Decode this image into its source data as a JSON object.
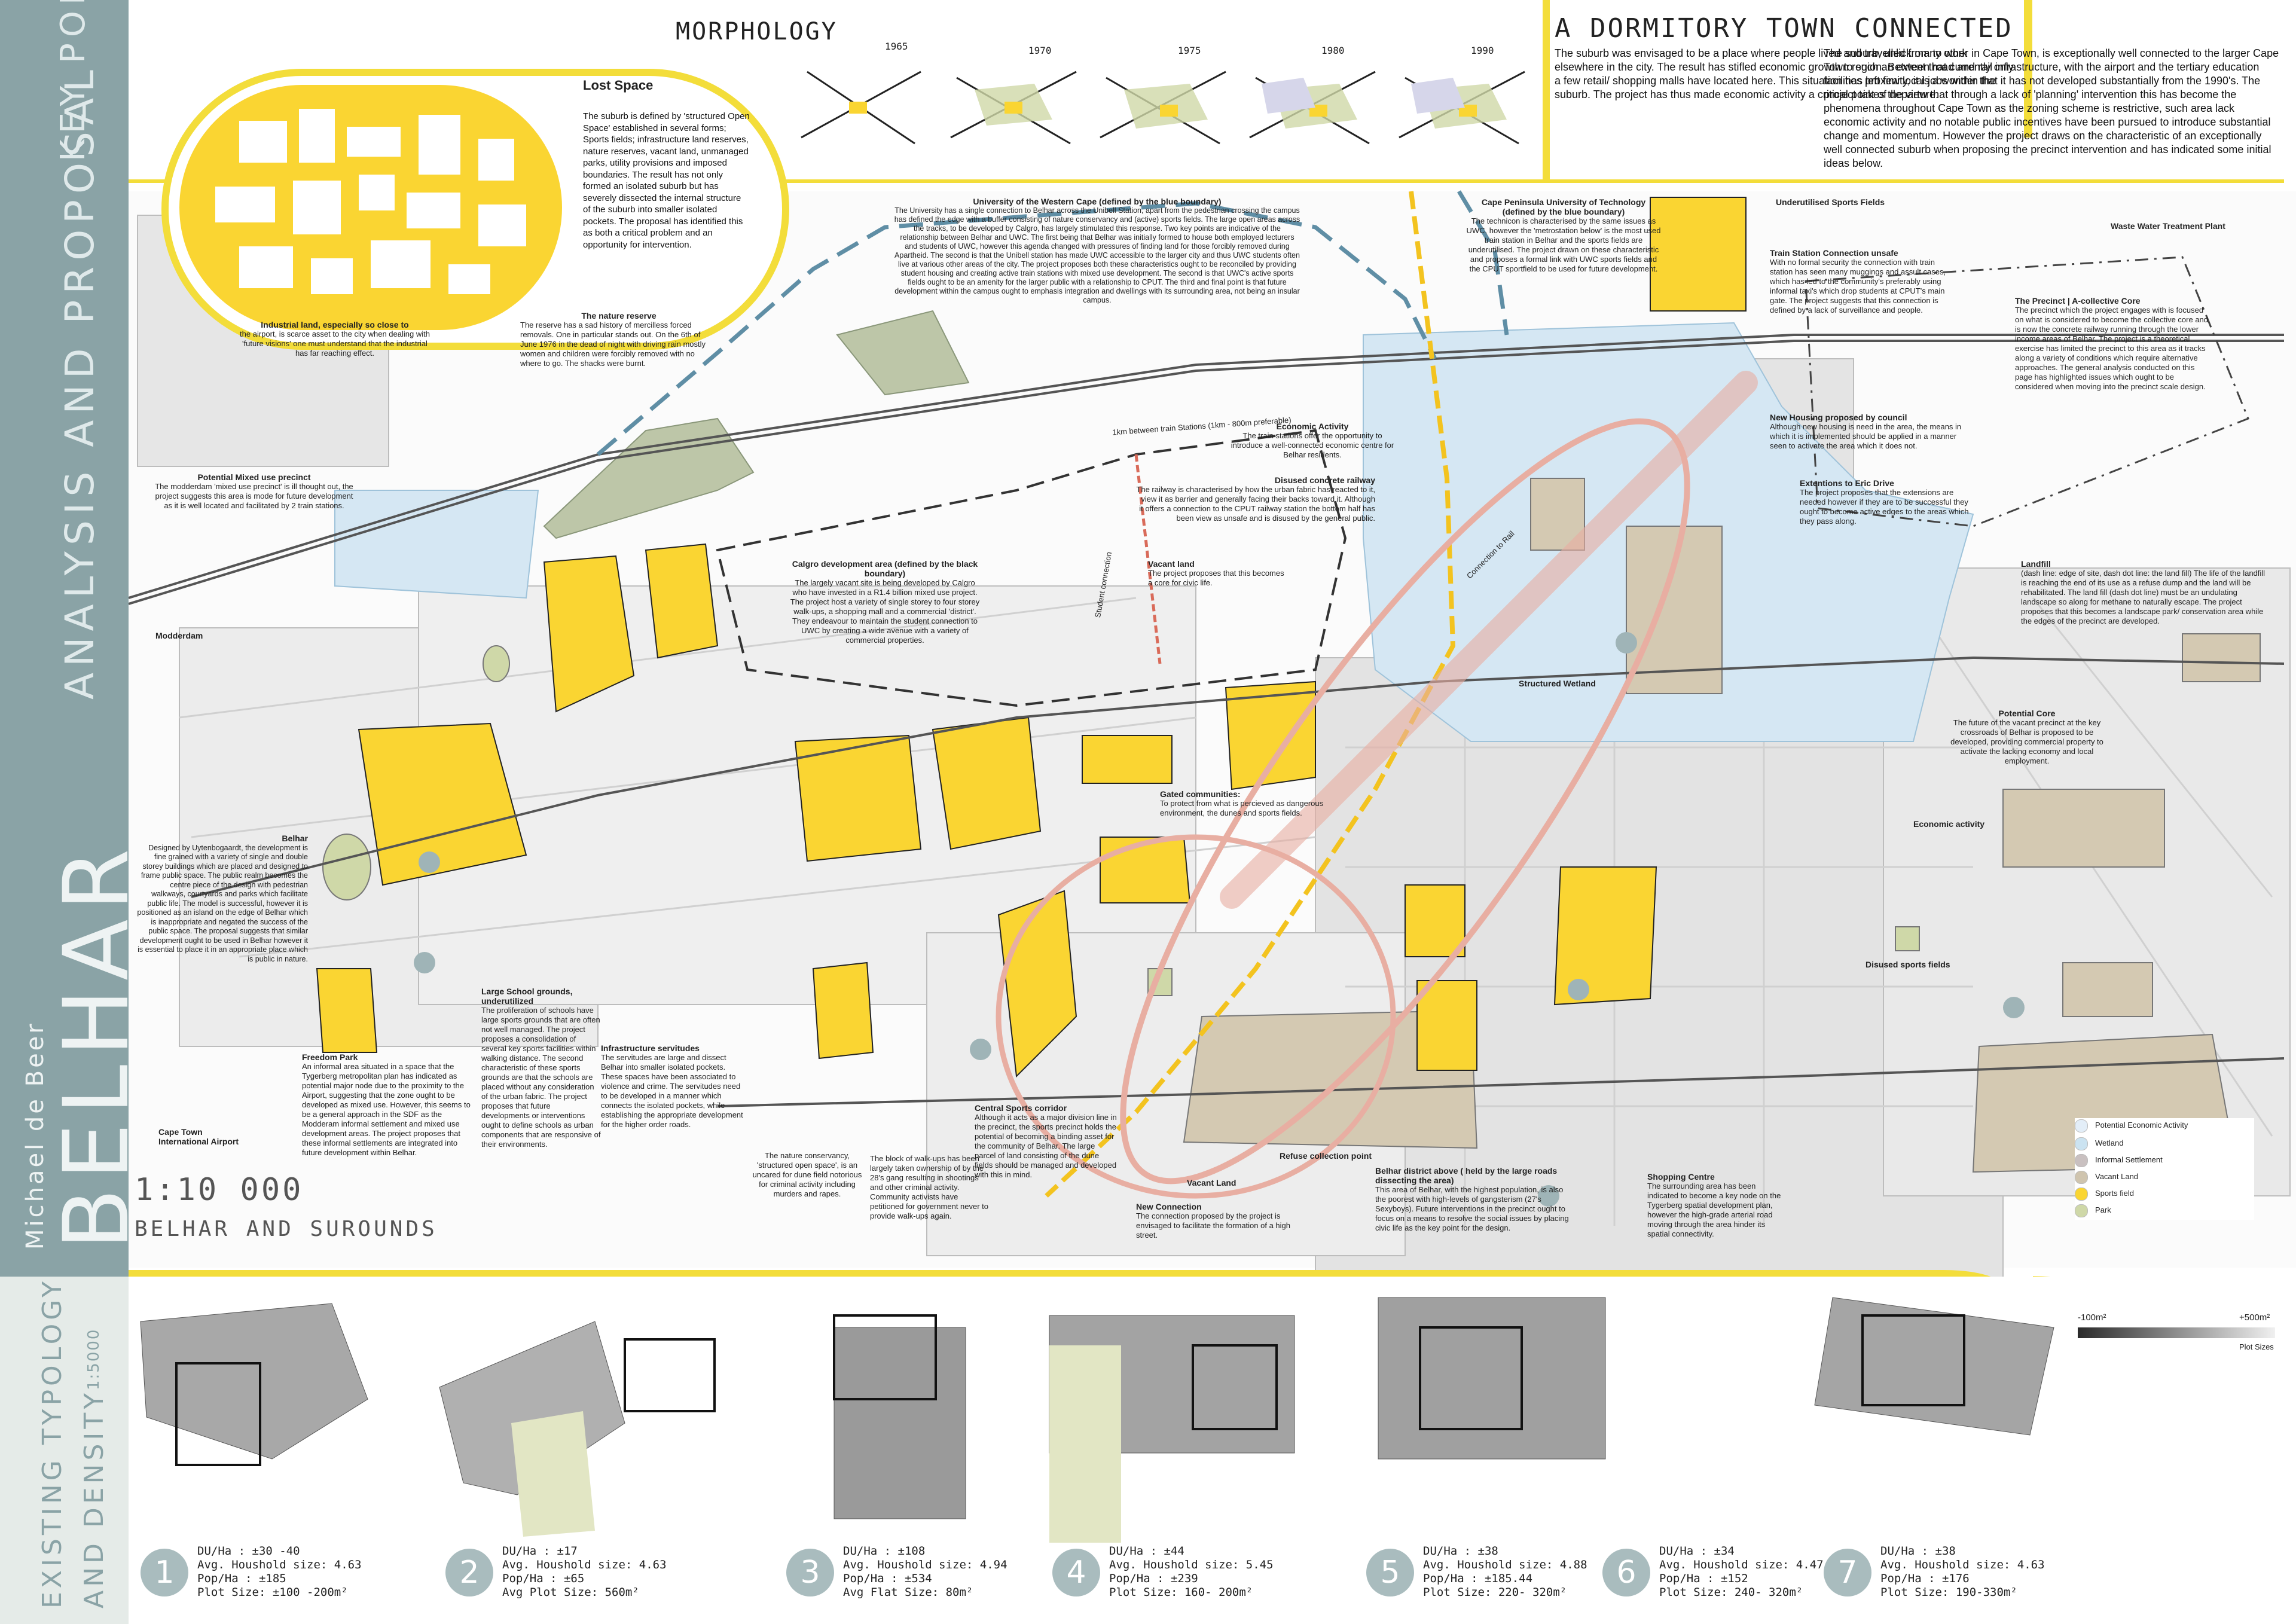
{
  "sidebar": {
    "key_points": "KEY POINTS",
    "analysis": "ANALYSIS AND PROPOSAL",
    "belhar": "BELHAR",
    "author": "Michael de Beer",
    "typology_title": "EXISTING TYPOLOGY",
    "typology_sub": "AND DENSITY",
    "typology_scale": "1:5000"
  },
  "morphology": {
    "title": "MORPHOLOGY",
    "years": [
      "1965",
      "1970",
      "1975",
      "1980",
      "1990"
    ]
  },
  "dormitory": {
    "title": "A DORMITORY TOWN  CONNECTED",
    "col1": "The suburb was envisaged to be a place where people lived and travelled from to work elsewhere in the city. The result has stifled economic growth to such an extent that currently only a few retail/ shopping malls have located here. This situation has left few local jobs within the suburb. The project has thus made economic activity a critical point of departure.",
    "col2": "The suburb, unlick many other in Cape Town, is exceptionally well connected to the larger Cape Town region. Between road and rail infrastructure, with the airport and the tertiary education facilities proximity, it is a wonder that it has not developed substantially from the 1990's. The project takes the view that through a lack of 'planning' intervention this has become the phenomena throughout Cape Town as the zoning scheme is restrictive, such area lack economic activity and no notable public incentives have been pursued to introduce substantial change and momentum. However the project draws on the characteristic of an exceptionally well connected suburb when proposing the precinct intervention and has indicated some initial ideas below."
  },
  "lost_space": {
    "title": "Lost Space",
    "text": "The suburb is defined by 'structured Open Space' established in several forms; Sports fields; infrastructure land reserves, nature reserves, vacant land, unmanaged parks, utility provisions and imposed boundaries. The result has not only formed an isolated suburb but has severely dissected the internal structure of the suburb into smaller isolated pockets. The proposal has identified this as both a critical problem and an opportunity for intervention."
  },
  "scale": {
    "ratio": "1:10 000",
    "subtitle": "BELHAR AND SUROUNDS"
  },
  "annotations": [
    {
      "title": "University of the Western Cape (defined by the blue boundary)",
      "text": "The University has a single connection to Belhar across the Unibell Station, apart from the pedestrian crossing the campus has defined the edge with a buffer consisting of nature conservancy and (active) sports fields. The large open areas across the tracks, to be developed by Calgro, has largely stimulated this response. Two key points are indicative of the relationship between Belhar and UWC. The first being that Belhar was initially formed to house both employed lecturers and students of UWC, however this agenda changed with pressures of finding land for those forcibly removed during Apartheid. The second is that the Unibell station has made UWC accessible to the larger city and thus UWC students often live at various other areas of the city. The project proposes both these characteristics ought to be reconciled by providing student housing and creating active train stations with mixed use development. The second is that UWC's active sports fields ought to be an amenity for the larger public with a relationship to CPUT. The third and final point is that future development within the campus ought to emphasis integration and dwellings with its surrounding area, not being an insular campus."
    },
    {
      "title": "The nature reserve",
      "text": "The reserve has a sad history of mercilless forced removals. One in particular stands out. On the 6th of June 1976 in the dead of night with driving rain mostly women and children were forcibly removed with no where to go. The shacks were burnt."
    },
    {
      "title": "Industrial land, especially so close to",
      "text": "the airport, is scarce asset to the city when dealing with 'future visions' one must understand that the industrial has far reaching effect."
    },
    {
      "title": "Potential Mixed use precinct",
      "text": "The modderdam 'mixed use precinct' is ill thought out, the project suggests this area is mode for future development as it is well located and facilitated by 2 train stations."
    },
    {
      "title": "Calgro development area (defined by the black boundary)",
      "text": "The largely vacant site is being developed by Calgro who have invested in a R1.4 billion mixed use project. The project host a variety of single storey to four storey walk-ups, a shopping mall and a commercial 'district'. They endeavour to maintain the student connection to UWC by creating a wide avenue with a variety of commercial properties."
    },
    {
      "title": "Cape Peninsula University of Technology (defined by the blue boundary)",
      "text": "The technicon is characterised by the same issues as UWC, however the 'metrostation below' is the most used train station in Belhar and the sports fields are underutilised. The project drawn on these characteristic and proposes a formal link with UWC sports fields and the CPUT sportfield to be used for future development."
    },
    {
      "title": "Underutilised Sports Fields",
      "text": ""
    },
    {
      "title": "Train Station Connection unsafe",
      "text": "With no formal security the connection with train station has seen many muggings and assult cases, which has led to the community's preferably using informal taxi's which drop students at CPUT's main gate. The project suggests that this connection is defined by a lack of surveillance and people."
    },
    {
      "title": "Waste Water Treatment Plant",
      "text": ""
    },
    {
      "title": "The Precinct | A-collective Core",
      "text": "The precinct which the project engages with is focused on what is considered to become the collective core and is now the concrete railway running through the lower income areas of Belhar. The project is a theoretical exercise has limited the precinct to this area as it tracks along a variety of conditions which require alternative approaches. The general analysis conducted on this page has highlighted issues which ought to be considered when moving into the precinct scale design."
    },
    {
      "title": "New Housing proposed by council",
      "text": "Although new housing is need in the area, the means in which it is implemented should be applied in a manner seen to activate the area which it does not."
    },
    {
      "title": "Extentions to Eric Drive",
      "text": "The project proposes that the extensions are needed however if they are to be successful they ought to become active edges to the areas which they pass along."
    },
    {
      "title": "Economic Activity",
      "text": "The train stations offer the opportunity to introduce a well-connected economic centre for Belhar residents."
    },
    {
      "title": "Disused concrete railway",
      "text": "The railway is characterised by how the urban fabric has reacted to it, view it as barrier and generally facing their backs toward it. Although it offers a connection to the CPUT railway station the bottom half has been view as unsafe and is disused by the general public."
    },
    {
      "title": "Vacant land",
      "text": "The project proposes that this becomes a core for civic life."
    },
    {
      "title": "Landfill",
      "text": "(dash line: edge of site, dash dot line: the land fill) The life of the landfill is reaching the end of its use as a refuse dump and the land will be rehabilitated. The land fill (dash dot line) must be an undulating landscape so along for methane to naturally escape. The project proposes that this becomes a landscape park/ conservation area while the edges of the precinct are developed."
    },
    {
      "title": "Structured Wetland",
      "text": ""
    },
    {
      "title": "Potential Core",
      "text": "The future of the vacant precinct at the key crossroads of Belhar is proposed to be developed, providing commercial property to activate the lacking economy and local employment."
    },
    {
      "title": "Gated communities:",
      "text": "To protect from what is percieved as dangerous environment, the dunes and sports fields."
    },
    {
      "title": "Economic activity",
      "text": ""
    },
    {
      "title": "Belhar",
      "text": "Designed by Uytenbogaardt, the development is fine grained with a variety of single and double storey buildings which are placed and designed to frame public space. The public realm becomes the centre piece of the design with pedestrian walkways, courtyards and parks which facilitate public life. The model is successful, however it is positioned as an island on the edge of Belhar which is inappropriate and negated the success of the public space. The proposal suggests that similar development ought to be used in Belhar however it is essential to place it in an appropriate place which is public in nature."
    },
    {
      "title": "Large School grounds, underutilized",
      "text": "The proliferation of schools have large sports grounds that are often not well managed. The project proposes a consolidation of several key sports facilities within walking distance. The second characteristic of these sports grounds are that the schools are placed without any consideration of the urban fabric. The project proposes that future developments or interventions ought to define schools as urban components that are responsive of their environments."
    },
    {
      "title": "Infrastructure servitudes",
      "text": "The servitudes are large and dissect Belhar into smaller isolated pockets. These spaces have been associated to violence and crime. The servitudes need to be developed in a manner which connects the isolated pockets, while establishing the appropriate development for the higher order roads."
    },
    {
      "title": "Freedom Park",
      "text": "An informal area situated in a space that the Tygerberg metropolitan plan has indicated as potential major node due to the proximity to the Airport, suggesting that the zone ought to be developed as mixed use. However, this seems to be a general approach in the SDF as the Modderam informal settlement and mixed use development areas. The project proposes that these informal settlements are integrated into future development within Belhar."
    },
    {
      "title": "",
      "text": "The block of walk-ups has been largely taken ownership of by the 28's gang resulting in shootings and other criminal activity. Community activists have petitioned for government never to provide walk-ups again."
    },
    {
      "title": "",
      "text": "The nature conservancy, 'structured open space', is an uncared for dune field notorious for criminal activity including murders and rapes."
    },
    {
      "title": "Central Sports corridor",
      "text": "Although it acts as a major division line in the precinct, the sports precinct holds the potential of becoming a binding asset for the community of Belhar. The large parcel of land consisting of the dune fields should be managed and developed with this in mind."
    },
    {
      "title": "New Connection",
      "text": "The connection proposed by the project is envisaged to facilitate the formation of a high street."
    },
    {
      "title": "Vacant Land",
      "text": ""
    },
    {
      "title": "Refuse collection point",
      "text": ""
    },
    {
      "title": "Belhar district above ( held by the large roads dissecting the area)",
      "text": "This area of Belhar, with the highest population, is also the poorest with high-levels of gangsterism (27's Sexyboys). Future interventions in the precinct ought to focus on a means to resolve the social issues by placing civic life as the key point for the design."
    },
    {
      "title": "Shopping Centre",
      "text": "The surrounding area has been indicated to become a key node on the Tygerberg spatial development plan, however the high-grade arterial road moving through the area hinder its spatial connectivity."
    },
    {
      "title": "Disused sports fields",
      "text": ""
    },
    {
      "title": "Modderdam",
      "text": ""
    },
    {
      "title": "Cape Town International Airport",
      "text": ""
    }
  ],
  "map_labels": {
    "rail": "1km between train Stations (1km - 800m preferable)",
    "student": "Student connection",
    "connection": "Connection to Rail"
  },
  "legend": {
    "items": [
      {
        "label": "Potential Economic Activity",
        "color": "#e3eef8"
      },
      {
        "label": "Wetland",
        "color": "#cbe3f1"
      },
      {
        "label": "Informal Settlement",
        "color": "#c9c0c0"
      },
      {
        "label": "Vacant Land",
        "color": "#cfc4ae"
      },
      {
        "label": "Sports field",
        "color": "#fad532"
      },
      {
        "label": "Park",
        "color": "#cfd8a8"
      }
    ],
    "gradient_min": "-100m²",
    "gradient_max": "+500m²",
    "gradient_label": "Plot Sizes"
  },
  "typologies": [
    {
      "n": "1",
      "l1": "DU/Ha  : ±30 -40",
      "l2": "Avg. Houshold size: 4.63",
      "l3": "Pop/Ha : ±185",
      "l4": "Plot Size: ±100 -200m²"
    },
    {
      "n": "2",
      "l1": "DU/Ha  : ±17",
      "l2": "Avg. Houshold size: 4.63",
      "l3": "Pop/Ha : ±65",
      "l4": "Avg Plot Size:  560m²"
    },
    {
      "n": "3",
      "l1": "DU/Ha  : ±108",
      "l2": "Avg. Houshold size: 4.94",
      "l3": "Pop/Ha : ±534",
      "l4": "Avg Flat Size:  80m²"
    },
    {
      "n": "4",
      "l1": "DU/Ha  : ±44",
      "l2": "Avg. Houshold size: 5.45",
      "l3": "Pop/Ha : ±239",
      "l4": "Plot Size:  160- 200m²"
    },
    {
      "n": "5",
      "l1": "DU/Ha  : ±38",
      "l2": "Avg. Houshold size: 4.88",
      "l3": "Pop/Ha : ±185.44",
      "l4": "Plot Size:  220- 320m²"
    },
    {
      "n": "6",
      "l1": "DU/Ha  : ±34",
      "l2": "Avg. Houshold size: 4.47",
      "l3": "Pop/Ha : ±152",
      "l4": "Plot Size:  240- 320m²"
    },
    {
      "n": "7",
      "l1": "DU/Ha  : ±38",
      "l2": "Avg. Houshold size: 4.63",
      "l3": "Pop/Ha : ±176",
      "l4": "Plot Size:  190-330m²"
    }
  ],
  "colors": {
    "sidebar": "#8aa3a6",
    "yellow": "#f3dd3a",
    "sports": "#fad532",
    "wetland": "#cbe3f1",
    "vacant": "#cfc4ae",
    "park": "#cfd8a8",
    "proposal": "#e8b0a4"
  }
}
